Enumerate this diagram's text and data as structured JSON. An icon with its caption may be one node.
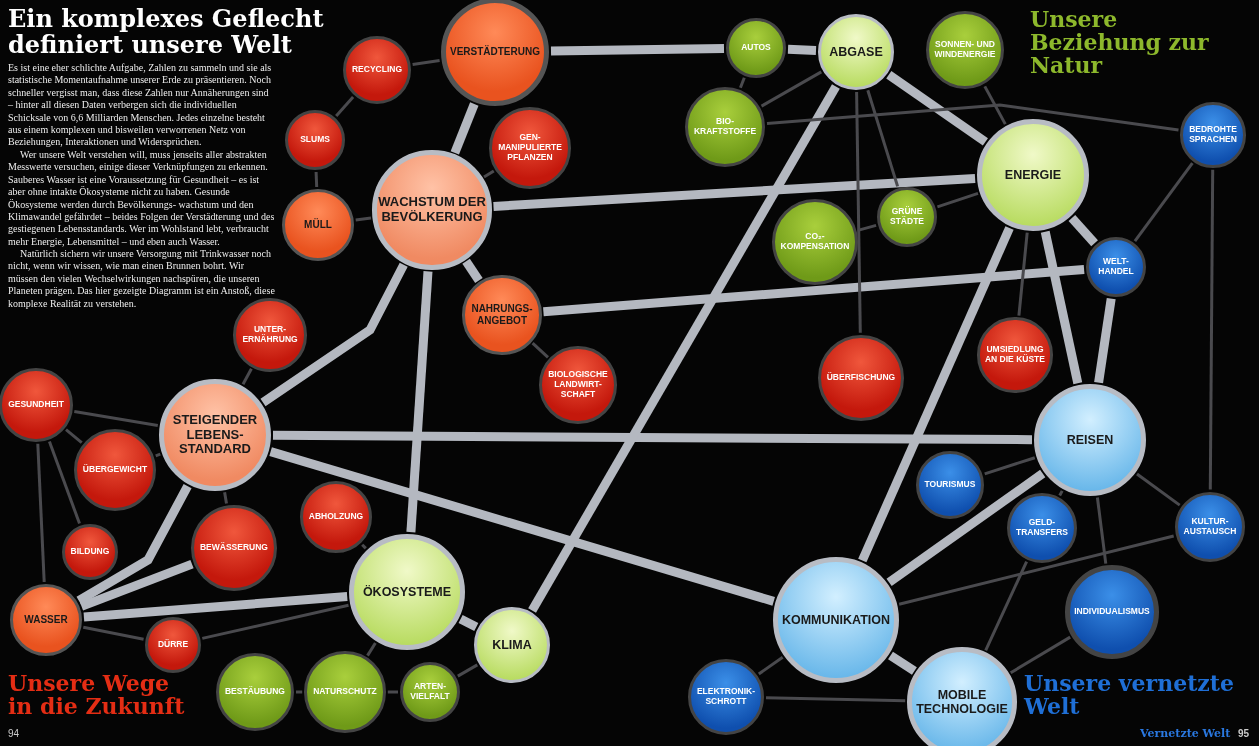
{
  "diagram": {
    "title": "Ein komplexes Geflecht definiert unsere Welt",
    "nodes": [
      {
        "text": [
          "VERSTÄDTERUNG"
        ]
      },
      {
        "text": [
          "RECYCLING"
        ]
      },
      {
        "text": [
          "SLUMS"
        ]
      },
      {
        "text": [
          "GEN- MANIPULIERTE PFLANZEN"
        ]
      },
      {
        "text": [
          "WACHSTUM DER BEVÖLKERUNG"
        ]
      },
      {
        "text": [
          "MÜLL"
        ]
      },
      {
        "text": [
          "NAHRUNGS- ANGEBOT"
        ]
      },
      {
        "text": [
          "UNTER- ERNÄHRUNG"
        ]
      },
      {
        "text": [
          "GESUNDHEIT"
        ]
      },
      {
        "text": [
          "STEIGENDER LEBENS- STANDARD"
        ]
      },
      {
        "text": [
          "BIOLOGISCHE LANDWIRT- SCHAFT"
        ]
      },
      {
        "text": [
          "ÜBERGEWICHT"
        ]
      },
      {
        "text": [
          "BILDUNG"
        ]
      },
      {
        "text": [
          "BEWÄSSERUNG"
        ]
      },
      {
        "text": [
          "ABHOLZUNG"
        ]
      },
      {
        "text": [
          "ÖKOSYSTEME"
        ]
      },
      {
        "text": [
          "WASSER"
        ]
      },
      {
        "text": [
          "DÜRRE"
        ]
      },
      {
        "text": [
          "KLIMA"
        ]
      },
      {
        "text": [
          "BESTÄUBUNG"
        ]
      },
      {
        "text": [
          "NATURSCHUTZ"
        ]
      },
      {
        "text": [
          "ARTEN- VIELFALT"
        ]
      },
      {
        "text": [
          "AUTOS"
        ]
      },
      {
        "text": [
          "ABGASE"
        ]
      },
      {
        "text": [
          "SONNEN- UND WINDENERGIE"
        ]
      },
      {
        "text": [
          "BIO- KRAFTSTOFFE"
        ]
      },
      {
        "text": [
          "BEDROHTE SPRACHEN"
        ]
      },
      {
        "text": [
          "ENERGIE"
        ]
      },
      {
        "text": [
          "GRÜNE STÄDTE"
        ]
      },
      {
        "text": [
          "CO₂- KOMPENSATION"
        ]
      },
      {
        "text": [
          "WELT- HANDEL"
        ]
      },
      {
        "text": [
          "ÜBERFISCHUNG"
        ]
      },
      {
        "text": [
          "UMSIEDLUNG AN DIE KÜSTE"
        ]
      },
      {
        "text": [
          "REISEN"
        ]
      },
      {
        "text": [
          "TOURISMUS"
        ]
      },
      {
        "text": [
          "KULTUR- AUSTAUSCH"
        ]
      },
      {
        "text": [
          "GELD- TRANSFERS"
        ]
      },
      {
        "text": [
          "KOMMUNIKATION"
        ]
      },
      {
        "text": [
          "INDIVIDUALISMUS"
        ]
      },
      {
        "text": [
          "ELEKTRONIK- SCHROTT"
        ]
      },
      {
        "text": [
          "MOBILE TECHNOLOGIE"
        ]
      }
    ],
    "edges": [
      {
        "from": 4,
        "to": 0,
        "arrow": "none",
        "style": "thick",
        "color": "#b4b8c0"
      },
      {
        "from": 4,
        "to": 9,
        "arrow": "none",
        "style": "thick",
        "color": "#b4b8c0"
      },
      {
        "from": 4,
        "to": 15,
        "arrow": "none",
        "style": "thick",
        "color": "#b4b8c0"
      },
      {
        "from": 4,
        "to": 6,
        "arrow": "none",
        "style": "thick",
        "color": "#b4b8c0"
      },
      {
        "from": 4,
        "to": 27,
        "arrow": "none",
        "style": "thick",
        "color": "#b4b8c0"
      },
      {
        "from": 9,
        "to": 33,
        "arrow": "none",
        "style": "thick",
        "color": "#b4b8c0"
      },
      {
        "from": 9,
        "to": 37,
        "arrow": "none",
        "style": "thick",
        "color": "#b4b8c0"
      },
      {
        "from": 9,
        "to": 16,
        "arrow": "none",
        "style": "thick",
        "color": "#b4b8c0"
      },
      {
        "from": 16,
        "to": 15,
        "arrow": "none",
        "style": "thick",
        "color": "#b4b8c0"
      },
      {
        "from": 15,
        "to": 18,
        "arrow": "none",
        "style": "thick",
        "color": "#b4b8c0"
      },
      {
        "from": 18,
        "to": 23,
        "arrow": "none",
        "style": "thick",
        "color": "#b4b8c0"
      },
      {
        "from": 0,
        "to": 22,
        "arrow": "none",
        "style": "thick",
        "color": "#b4b8c0"
      },
      {
        "from": 22,
        "to": 23,
        "arrow": "none",
        "style": "thick",
        "color": "#b4b8c0"
      },
      {
        "from": 23,
        "to": 27,
        "arrow": "none",
        "style": "thick",
        "color": "#b4b8c0"
      },
      {
        "from": 27,
        "to": 33,
        "arrow": "none",
        "style": "thick",
        "color": "#b4b8c0"
      },
      {
        "from": 27,
        "to": 37,
        "arrow": "none",
        "style": "thick",
        "color": "#b4b8c0"
      },
      {
        "from": 27,
        "to": 30,
        "arrow": "none",
        "style": "thick",
        "color": "#b4b8c0"
      },
      {
        "from": 33,
        "to": 37,
        "arrow": "none",
        "style": "thick",
        "color": "#b4b8c0"
      },
      {
        "from": 37,
        "to": 40,
        "arrow": "none",
        "style": "thick",
        "color": "#b4b8c0"
      },
      {
        "from": 6,
        "to": 30,
        "arrow": "none",
        "style": "thick",
        "color": "#b4b8c0"
      },
      {
        "from": 30,
        "to": 33,
        "arrow": "none",
        "style": "thick",
        "color": "#b4b8c0"
      },
      {
        "from": 16,
        "to": 13,
        "arrow": "none",
        "style": "thick",
        "color": "#b4b8c0"
      },
      {
        "from": 1,
        "to": 0,
        "arrow": "none"
      },
      {
        "from": 5,
        "to": 4,
        "arrow": "none"
      },
      {
        "from": 2,
        "to": 5,
        "arrow": "none"
      },
      {
        "from": 3,
        "to": 4,
        "arrow": "none"
      },
      {
        "from": 6,
        "to": 10,
        "arrow": "none"
      },
      {
        "from": 8,
        "to": 9,
        "arrow": "none"
      },
      {
        "from": 8,
        "to": 11,
        "arrow": "none"
      },
      {
        "from": 8,
        "to": 12,
        "arrow": "none"
      },
      {
        "from": 8,
        "to": 16,
        "arrow": "none"
      },
      {
        "from": 11,
        "to": 9,
        "arrow": "none"
      },
      {
        "from": 7,
        "to": 9,
        "arrow": "none"
      },
      {
        "from": 17,
        "to": 16,
        "arrow": "none"
      },
      {
        "from": 17,
        "to": 15,
        "arrow": "none"
      },
      {
        "from": 14,
        "to": 15,
        "arrow": "none"
      },
      {
        "from": 19,
        "to": 20,
        "arrow": "none"
      },
      {
        "from": 20,
        "to": 21,
        "arrow": "none"
      },
      {
        "from": 21,
        "to": 18,
        "arrow": "none"
      },
      {
        "from": 20,
        "to": 15,
        "arrow": "none"
      },
      {
        "from": 13,
        "to": 9,
        "arrow": "none"
      },
      {
        "from": 25,
        "to": 22,
        "arrow": "none"
      },
      {
        "from": 25,
        "to": 23,
        "arrow": "none"
      },
      {
        "from": 24,
        "to": 27,
        "arrow": "none"
      },
      {
        "from": 28,
        "to": 27,
        "arrow": "none"
      },
      {
        "from": 28,
        "to": 23,
        "arrow": "none"
      },
      {
        "from": 29,
        "to": 28,
        "arrow": "none"
      },
      {
        "from": 26,
        "to": 30,
        "arrow": "none"
      },
      {
        "from": 26,
        "to": 35,
        "arrow": "none"
      },
      {
        "from": 26,
        "to": 25,
        "arrow": "none"
      },
      {
        "from": 35,
        "to": 33,
        "arrow": "none"
      },
      {
        "from": 36,
        "to": 33,
        "arrow": "none"
      },
      {
        "from": 36,
        "to": 40,
        "arrow": "none"
      },
      {
        "from": 34,
        "to": 33,
        "arrow": "none"
      },
      {
        "from": 38,
        "to": 33,
        "arrow": "none"
      },
      {
        "from": 38,
        "to": 40,
        "arrow": "none"
      },
      {
        "from": 39,
        "to": 37,
        "arrow": "none"
      },
      {
        "from": 39,
        "to": 40,
        "arrow": "none"
      },
      {
        "from": 32,
        "to": 27,
        "arrow": "none"
      },
      {
        "from": 31,
        "to": 23,
        "arrow": "none"
      },
      {
        "from": 35,
        "to": 37,
        "arrow": "none"
      },
      {
        "from": 2,
        "to": 1,
        "arrow": "none"
      }
    ],
    "labels": [
      "Es ist eine eher schlichte Aufgabe, Zahlen zu sammeln und sie als statistische Momentaufnahme unserer Erde zu präsentieren. Noch schneller vergisst man, dass diese Zahlen nur Annäherungen sind – hinter all diesen Daten verbergen sich die individuellen Schicksale von 6,6 Milliarden Menschen. Jedes einzelne besteht aus einem komplexen und bisweilen verworrenen Netz von Beziehungen, Interaktionen und Widersprüchen.",
      "Wer unsere Welt verstehen will, muss jenseits aller abstrakten Messwerte versuchen, einige dieser Verknüpfungen zu erkennen. Sauberes Wasser ist eine Voraussetzung für Gesundheit – es ist aber ohne intakte Ökosysteme nicht zu haben. Gesunde Ökosysteme werden durch Bevölkerungs- wachstum und den Klimawandel gefährdet – beides Folgen der Verstädterung und des gestiegenen Lebensstandards. Wer im Wohlstand lebt, verbraucht mehr Energie, Lebensmittel – und eben auch Wasser.",
      "Natürlich sichern wir unsere Versorgung mit Trinkwasser noch nicht, wenn wir wissen, wie man einen Brunnen bohrt. Wir müssen den vielen Wechselwirkungen nachspüren, die unseren Planeten prägen. Das hier gezeigte Diagramm ist ein Anstoß, diese komplexe Realität zu verstehen.",
      "Unsere Beziehung zur Natur",
      "Unsere Wege in die Zukunft",
      "Unsere vernetzte Welt",
      "94",
      "Vernetzte Welt",
      "95"
    ]
  }
}
